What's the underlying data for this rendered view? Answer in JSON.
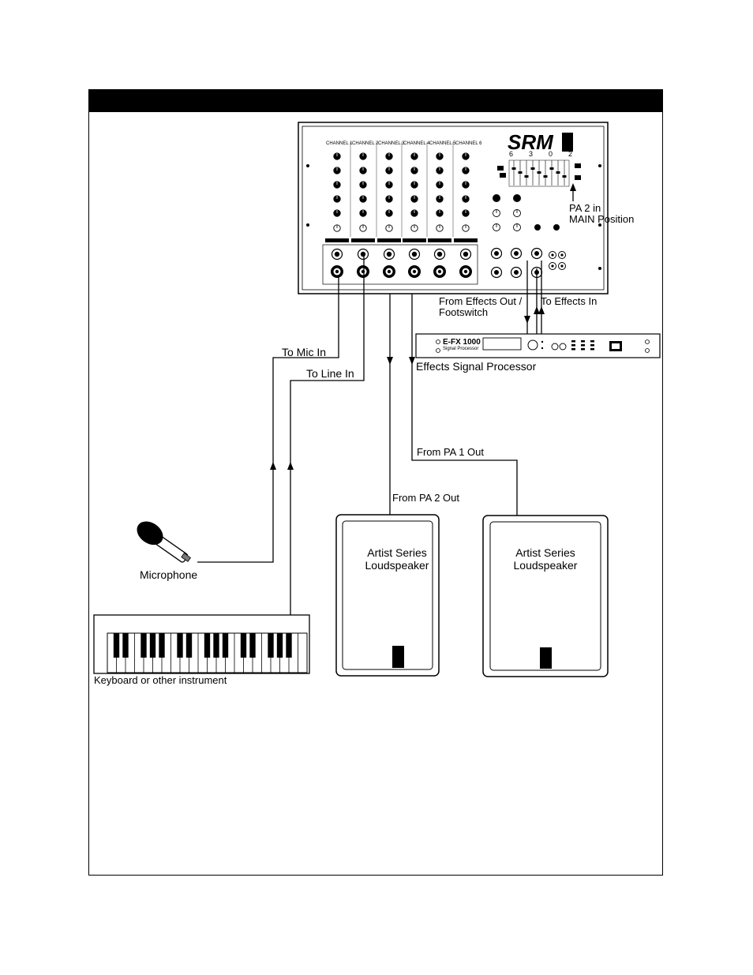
{
  "mixer": {
    "brand": "SRM",
    "model_digits": [
      "6",
      "3",
      "0",
      "2"
    ],
    "channels": [
      "CHANNEL 1",
      "CHANNEL 2",
      "CHANNEL 3",
      "CHANNEL 4",
      "CHANNEL 5",
      "CHANNEL 6"
    ]
  },
  "processor": {
    "model": "E-FX 1000",
    "subtitle": "Signal Processor"
  },
  "labels": {
    "pa2_main_line1": "PA 2 in",
    "pa2_main_line2": "MAIN Position",
    "from_effects_out_line1": "From Effects Out /",
    "from_effects_out_line2": "Footswitch",
    "to_effects_in": "To Effects In",
    "to_mic_in": "To Mic In",
    "to_line_in": "To Line In",
    "effects_signal_processor": "Effects Signal Processor",
    "from_pa1_out": "From PA 1 Out",
    "from_pa2_out": "From PA 2 Out",
    "microphone": "Microphone",
    "keyboard": "Keyboard or other instrument"
  },
  "speakers": [
    {
      "line1": "Artist Series",
      "line2": "Loudspeaker"
    },
    {
      "line1": "Artist Series",
      "line2": "Loudspeaker"
    }
  ],
  "colors": {
    "ink": "#000000",
    "paper": "#ffffff"
  }
}
